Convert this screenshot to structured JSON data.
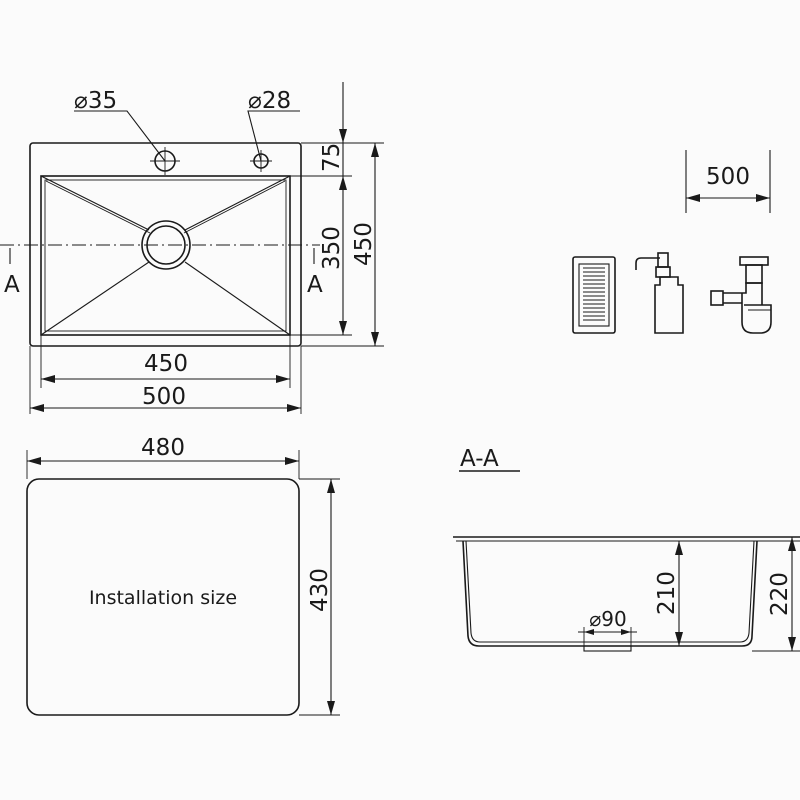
{
  "top_view": {
    "hole_large_label": "⌀35",
    "hole_small_label": "⌀28",
    "dim_75": "75",
    "dim_350": "350",
    "dim_450_right": "450",
    "dim_450_bottom": "450",
    "dim_500_bottom": "500",
    "section_mark_left": "A",
    "section_mark_right": "A"
  },
  "install_view": {
    "dim_480": "480",
    "dim_430": "430",
    "label": "Installation size"
  },
  "depth_callout": {
    "value": "500"
  },
  "section_view": {
    "title": "A-A",
    "dim_210": "210",
    "dim_220": "220",
    "drain_label": "⌀90"
  },
  "accessories": [
    "drain-basket-icon",
    "soap-dispenser-icon",
    "siphon-icon"
  ]
}
